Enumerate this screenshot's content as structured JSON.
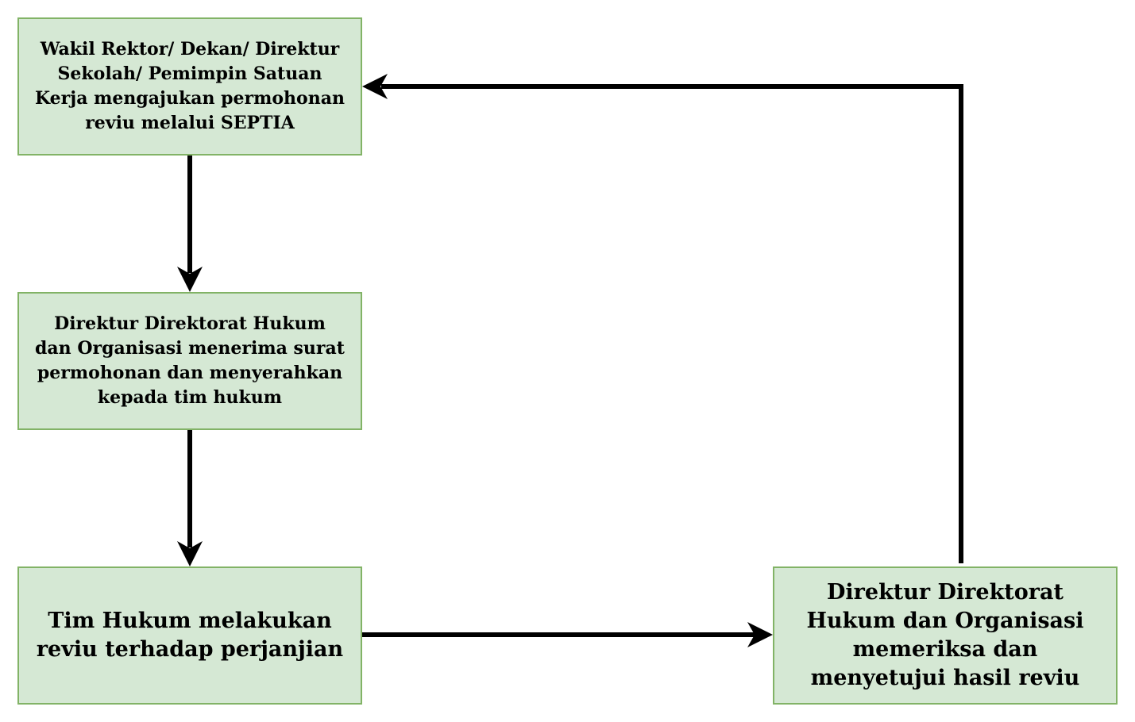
{
  "diagram": {
    "nodes": [
      {
        "id": "node-1",
        "lines": [
          "Wakil Rektor/ Dekan/ Direktur",
          "Sekolah/ Pemimpin Satuan",
          "Kerja mengajukan permohonan",
          "reviu melalui SEPTIA"
        ]
      },
      {
        "id": "node-2",
        "lines": [
          "Direktur Direktorat Hukum",
          "dan Organisasi menerima surat",
          "permohonan dan menyerahkan",
          "kepada tim hukum"
        ]
      },
      {
        "id": "node-3",
        "lines": [
          "Tim Hukum melakukan",
          "reviu terhadap perjanjian"
        ]
      },
      {
        "id": "node-4",
        "lines": [
          "Direktur Direktorat",
          "Hukum dan Organisasi",
          "memeriksa dan",
          "menyetujui hasil reviu"
        ]
      }
    ],
    "edges": [
      {
        "from": "node-1",
        "to": "node-2"
      },
      {
        "from": "node-2",
        "to": "node-3"
      },
      {
        "from": "node-3",
        "to": "node-4"
      },
      {
        "from": "node-4",
        "to": "node-1"
      }
    ],
    "colors": {
      "node_fill": "#d5e8d4",
      "node_border": "#82b366",
      "edge": "#000000",
      "text": "#000000"
    }
  }
}
